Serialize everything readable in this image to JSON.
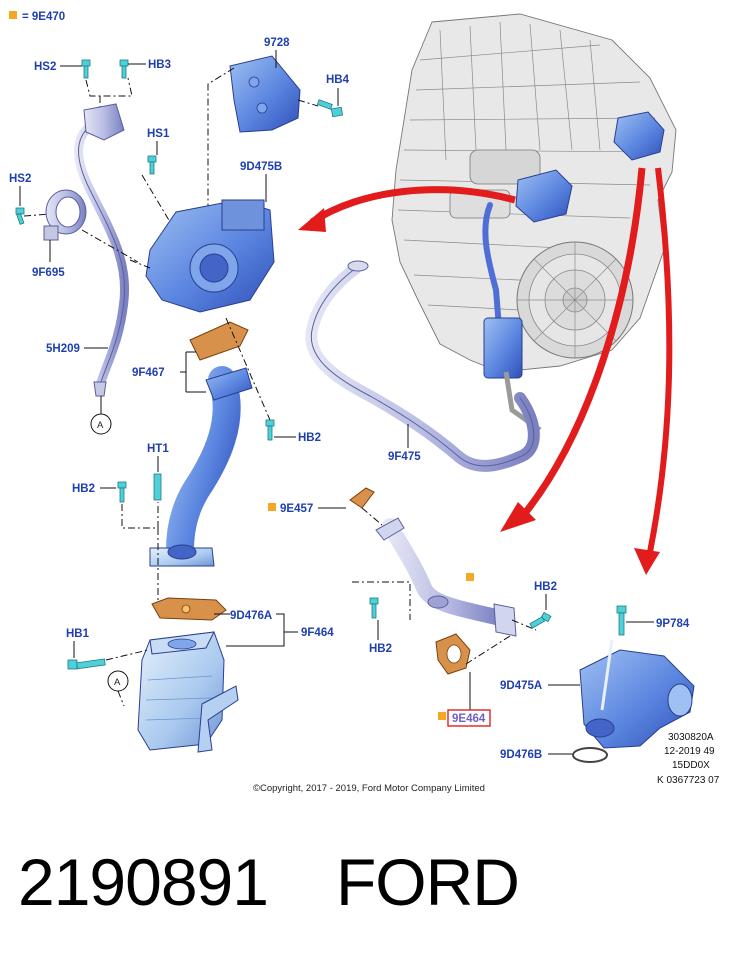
{
  "legend": {
    "symbol_color": "#f5a623",
    "text": "= 9E470"
  },
  "colors": {
    "part_fill": "#5b86e0",
    "part_light": "#9fc0f2",
    "bolt": "#4fd0d8",
    "gasket": "#d8914a",
    "label": "#1f3fb0",
    "arrow": "#e21c1c",
    "highlight_box": "#e03030"
  },
  "labels": {
    "hs2_top": "HS2",
    "hb3": "HB3",
    "n9728": "9728",
    "hb4": "HB4",
    "hs1": "HS1",
    "n9d475b": "9D475B",
    "hs2_left": "HS2",
    "n9f695": "9F695",
    "n5h209": "5H209",
    "n9f467": "9F467",
    "hb2_mid": "HB2",
    "n9f475": "9F475",
    "ref_a_1": "A",
    "ht1": "HT1",
    "hb2_left": "HB2",
    "n9e457": "9E457",
    "n9d476a": "9D476A",
    "n9f464": "9F464",
    "hb1": "HB1",
    "ref_a_2": "A",
    "hb2_right": "HB2",
    "hb2_low": "HB2",
    "n9p784": "9P784",
    "n9d475a": "9D475A",
    "n9e464": "9E464",
    "n9d476b": "9D476B"
  },
  "stamp": {
    "line1": "3030820A",
    "line2": "12-2019 49",
    "line3": "15DD0X",
    "line4": "K 0367723 07"
  },
  "copyright": "©Copyright, 2017 - 2019, Ford Motor Company Limited",
  "footer": {
    "part_number": "2190891",
    "brand": "FORD"
  }
}
